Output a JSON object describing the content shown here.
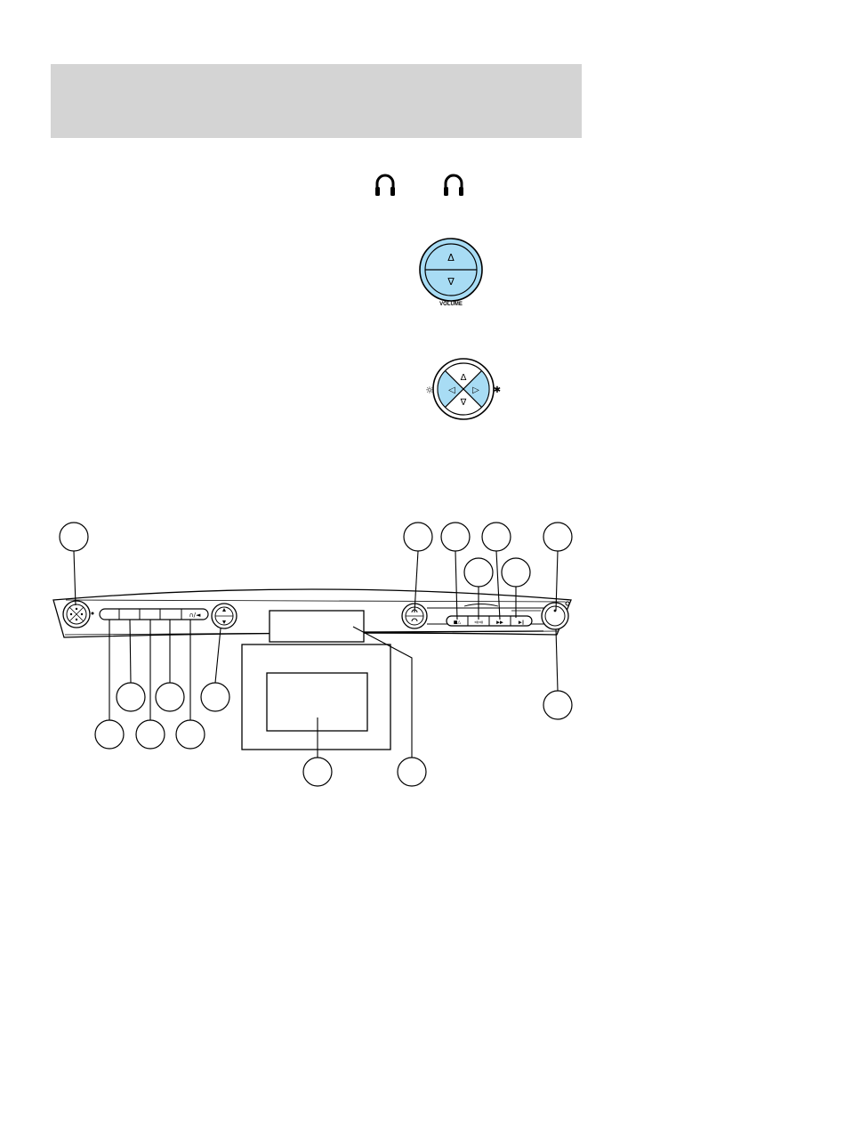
{
  "volume_control": {
    "label": "VOLUME",
    "up_glyph": "Δ",
    "down_glyph": "∇",
    "color": "#a8dcf4"
  },
  "brightness_control": {
    "up_glyph": "Δ",
    "down_glyph": "∇",
    "left_glyph": "◁",
    "right_glyph": "▷",
    "dim_glyph": "☼",
    "bright_glyph": "✱",
    "color": "#a8dcf4"
  },
  "icons": {
    "headphone_left": "headphone-icon",
    "headphone_right": "headphone-icon"
  },
  "panel_buttons": {
    "source_label": "∩/◄",
    "transport_labels": [
      "■△",
      "⧏⧏",
      "▶▶",
      "▶‖"
    ]
  },
  "colors": {
    "header": "#d4d4d4",
    "accent": "#a8dcf4",
    "line": "#000000"
  }
}
